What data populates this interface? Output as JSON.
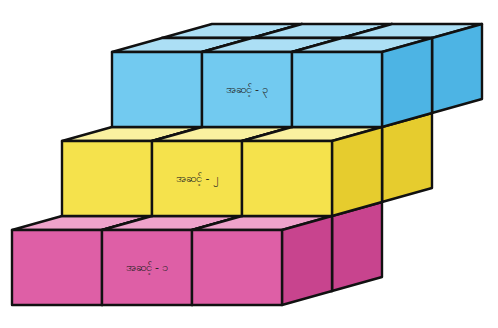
{
  "diagram": {
    "labels": [
      "အဆင့် - ၁",
      "အဆင့် - ၂",
      "အဆင့် - ၃"
    ]
  }
}
